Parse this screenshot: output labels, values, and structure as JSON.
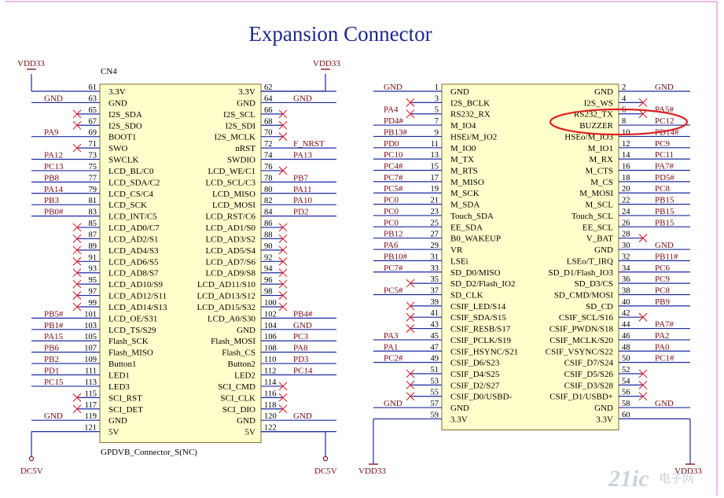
{
  "title": "Expansion Connector",
  "watermark": {
    "brand": "21ic",
    "cn": "电子网"
  },
  "colors": {
    "wire": "#1c2aa0",
    "net": "#7a0a12",
    "body": "#ffffcc",
    "cross": "#e0202a",
    "frame": "#d87ad8",
    "highlight": "#e02020"
  },
  "cn4": {
    "designator": "CN4",
    "footer": "GPDVB_Connector_S(NC)",
    "rails": {
      "top_left": "VDD33",
      "top_right": "VDD33",
      "bottom_left": "DC5V",
      "bottom_right": "DC5V"
    },
    "rows": [
      {
        "lp": "61",
        "ls": "3.3V",
        "rp": "62",
        "rs": "3.3V",
        "ln": "",
        "rn": "",
        "lx": false,
        "rx": false
      },
      {
        "lp": "63",
        "ls": "GND",
        "rp": "64",
        "rs": "GND",
        "ln": "GND",
        "rn": "GND",
        "lx": false,
        "rx": false
      },
      {
        "lp": "65",
        "ls": "I2S_SDA",
        "rp": "66",
        "rs": "I2S_SCL",
        "ln": "",
        "rn": "",
        "lx": true,
        "rx": true
      },
      {
        "lp": "67",
        "ls": "I2S_SDO",
        "rp": "68",
        "rs": "I2S_SDI",
        "ln": "",
        "rn": "",
        "lx": true,
        "rx": true
      },
      {
        "lp": "69",
        "ls": "BOOT1",
        "rp": "70",
        "rs": "I2S_MCLK",
        "ln": "PA9",
        "rn": "",
        "lx": false,
        "rx": true
      },
      {
        "lp": "71",
        "ls": "SWO",
        "rp": "72",
        "rs": "nRST",
        "ln": "",
        "rn": "F_NRST",
        "lx": true,
        "rx": false
      },
      {
        "lp": "73",
        "ls": "SWCLK",
        "rp": "74",
        "rs": "SWDIO",
        "ln": "PA12",
        "rn": "PA13",
        "lx": false,
        "rx": false
      },
      {
        "lp": "75",
        "ls": "LCD_BL/C0",
        "rp": "76",
        "rs": "LCD_WE/C1",
        "ln": "PC13",
        "rn": "",
        "lx": false,
        "rx": true
      },
      {
        "lp": "77",
        "ls": "LCD_SDA/C2",
        "rp": "78",
        "rs": "LCD_SCL/C3",
        "ln": "PB8",
        "rn": "PB7",
        "lx": false,
        "rx": false
      },
      {
        "lp": "79",
        "ls": "LCD_CS/C4",
        "rp": "80",
        "rs": "LCD_MISO",
        "ln": "PA14",
        "rn": "PA11",
        "lx": false,
        "rx": false
      },
      {
        "lp": "81",
        "ls": "LCD_SCK",
        "rp": "82",
        "rs": "LCD_MOSI",
        "ln": "PB3",
        "rn": "PA10",
        "lx": false,
        "rx": false
      },
      {
        "lp": "83",
        "ls": "LCD_INT/C5",
        "rp": "84",
        "rs": "LCD_RST/C6",
        "ln": "PB0#",
        "rn": "PD2",
        "lx": false,
        "rx": false
      },
      {
        "lp": "85",
        "ls": "LCD_AD0/C7",
        "rp": "86",
        "rs": "LCD_AD1/S0",
        "ln": "",
        "rn": "",
        "lx": true,
        "rx": true
      },
      {
        "lp": "87",
        "ls": "LCD_AD2/S1",
        "rp": "88",
        "rs": "LCD_AD3/S2",
        "ln": "",
        "rn": "",
        "lx": true,
        "rx": true
      },
      {
        "lp": "89",
        "ls": "LCD_AD4/S3",
        "rp": "90",
        "rs": "LCD_AD5/S4",
        "ln": "",
        "rn": "",
        "lx": true,
        "rx": true
      },
      {
        "lp": "91",
        "ls": "LCD_AD6/S5",
        "rp": "92",
        "rs": "LCD_AD7/S6",
        "ln": "",
        "rn": "",
        "lx": true,
        "rx": true
      },
      {
        "lp": "93",
        "ls": "LCD_AD8/S7",
        "rp": "94",
        "rs": "LCD_AD9/S8",
        "ln": "",
        "rn": "",
        "lx": true,
        "rx": true
      },
      {
        "lp": "95",
        "ls": "LCD_AD10/S9",
        "rp": "96",
        "rs": "LCD_AD11/S10",
        "ln": "",
        "rn": "",
        "lx": true,
        "rx": true
      },
      {
        "lp": "97",
        "ls": "LCD_AD12/S11",
        "rp": "98",
        "rs": "LCD_AD13/S12",
        "ln": "",
        "rn": "",
        "lx": true,
        "rx": true
      },
      {
        "lp": "99",
        "ls": "LCD_AD14/S13",
        "rp": "100",
        "rs": "LCD_AD15/S32",
        "ln": "",
        "rn": "",
        "lx": true,
        "rx": true
      },
      {
        "lp": "101",
        "ls": "LCD_OE/S31",
        "rp": "102",
        "rs": "LCD_A0/S30",
        "ln": "PB5#",
        "rn": "PB4#",
        "lx": false,
        "rx": false
      },
      {
        "lp": "103",
        "ls": "LCD_TS/S29",
        "rp": "104",
        "rs": "GND",
        "ln": "PB1#",
        "rn": "GND",
        "lx": false,
        "rx": false
      },
      {
        "lp": "105",
        "ls": "Flash_SCK",
        "rp": "106",
        "rs": "Flash_MOSI",
        "ln": "PA15",
        "rn": "PC3",
        "lx": false,
        "rx": false
      },
      {
        "lp": "107",
        "ls": "Flash_MISO",
        "rp": "108",
        "rs": "Flash_CS",
        "ln": "PB6",
        "rn": "PA8",
        "lx": false,
        "rx": false
      },
      {
        "lp": "109",
        "ls": "Button1",
        "rp": "110",
        "rs": "Button2",
        "ln": "PB2",
        "rn": "PD3",
        "lx": false,
        "rx": false
      },
      {
        "lp": "111",
        "ls": "LED1",
        "rp": "112",
        "rs": "LED2",
        "ln": "PD1",
        "rn": "PC14",
        "lx": false,
        "rx": false
      },
      {
        "lp": "113",
        "ls": "LED3",
        "rp": "114",
        "rs": "SCI_CMD",
        "ln": "PC15",
        "rn": "",
        "lx": false,
        "rx": true
      },
      {
        "lp": "115",
        "ls": "SCI_RST",
        "rp": "116",
        "rs": "SCI_CLK",
        "ln": "",
        "rn": "",
        "lx": true,
        "rx": true
      },
      {
        "lp": "117",
        "ls": "SCI_DET",
        "rp": "118",
        "rs": "SCI_DIO",
        "ln": "",
        "rn": "",
        "lx": true,
        "rx": true
      },
      {
        "lp": "119",
        "ls": "GND",
        "rp": "120",
        "rs": "GND",
        "ln": "GND",
        "rn": "GND",
        "lx": false,
        "rx": false
      },
      {
        "lp": "121",
        "ls": "5V",
        "rp": "122",
        "rs": "5V",
        "ln": "",
        "rn": "",
        "lx": false,
        "rx": false
      }
    ]
  },
  "right_header": {
    "rails": {
      "bottom_left": "VDD33",
      "bottom_right": "VDD33"
    },
    "rows": [
      {
        "lp": "1",
        "ls": "GND",
        "rp": "2",
        "rs": "GND",
        "ln": "GND",
        "rn": "GND",
        "lx": false,
        "rx": false
      },
      {
        "lp": "3",
        "ls": "I2S_BCLK",
        "rp": "4",
        "rs": "I2S_WS",
        "ln": "",
        "rn": "",
        "lx": true,
        "rx": true
      },
      {
        "lp": "5",
        "ls": "RS232_RX",
        "rp": "6",
        "rs": "RS232_TX",
        "ln": "PA4",
        "rn": "PA5#",
        "lx": true,
        "rx": true
      },
      {
        "lp": "7",
        "ls": "M_IO4",
        "rp": "8",
        "rs": "BUZZER",
        "ln": "PD4#",
        "rn": "PC12",
        "lx": false,
        "rx": false
      },
      {
        "lp": "9",
        "ls": "HSEi/M_IO2",
        "rp": "10",
        "rs": "HSEo/M_IO3",
        "ln": "PB13#",
        "rn": "PD14#",
        "lx": false,
        "rx": false
      },
      {
        "lp": "11",
        "ls": "M_IO0",
        "rp": "12",
        "rs": "M_IO1",
        "ln": "PD0",
        "rn": "PC9",
        "lx": false,
        "rx": false
      },
      {
        "lp": "13",
        "ls": "M_TX",
        "rp": "14",
        "rs": "M_RX",
        "ln": "PC10",
        "rn": "PC11",
        "lx": false,
        "rx": false
      },
      {
        "lp": "15",
        "ls": "M_RTS",
        "rp": "16",
        "rs": "M_CTS",
        "ln": "PC4#",
        "rn": "PA7#",
        "lx": false,
        "rx": false
      },
      {
        "lp": "17",
        "ls": "M_MISO",
        "rp": "18",
        "rs": "M_CS",
        "ln": "PC7#",
        "rn": "PD5#",
        "lx": false,
        "rx": false
      },
      {
        "lp": "19",
        "ls": "M_SCK",
        "rp": "20",
        "rs": "M_MOSI",
        "ln": "PC5#",
        "rn": "PC8",
        "lx": false,
        "rx": false
      },
      {
        "lp": "21",
        "ls": "M_SDA",
        "rp": "22",
        "rs": "M_SCL",
        "ln": "PC0",
        "rn": "PB15",
        "lx": false,
        "rx": false
      },
      {
        "lp": "23",
        "ls": "Touch_SDA",
        "rp": "24",
        "rs": "Touch_SCL",
        "ln": "PC0",
        "rn": "PB15",
        "lx": false,
        "rx": false
      },
      {
        "lp": "25",
        "ls": "EE_SDA",
        "rp": "26",
        "rs": "EE_SCL",
        "ln": "PC0",
        "rn": "PB15",
        "lx": false,
        "rx": false
      },
      {
        "lp": "27",
        "ls": "B0_WAKEUP",
        "rp": "28",
        "rs": "V_BAT",
        "ln": "PB12",
        "rn": "",
        "lx": false,
        "rx": true
      },
      {
        "lp": "29",
        "ls": "VR",
        "rp": "30",
        "rs": "GND",
        "ln": "PA6",
        "rn": "GND",
        "lx": false,
        "rx": false
      },
      {
        "lp": "31",
        "ls": "LSEi",
        "rp": "32",
        "rs": "LSEo/T_IRQ",
        "ln": "PB10#",
        "rn": "PB11#",
        "lx": false,
        "rx": false
      },
      {
        "lp": "33",
        "ls": "SD_D0/MISO",
        "rp": "34",
        "rs": "SD_D1/Flash_IO3",
        "ln": "PC7#",
        "rn": "PC6",
        "lx": false,
        "rx": false
      },
      {
        "lp": "35",
        "ls": "SD_D2/Flash_IO2",
        "rp": "36",
        "rs": "SD_D3/CS",
        "ln": "",
        "rn": "PC9",
        "lx": true,
        "rx": false
      },
      {
        "lp": "37",
        "ls": "SD_CLK",
        "rp": "38",
        "rs": "SD_CMD/MOSI",
        "ln": "PC5#",
        "rn": "PC8",
        "lx": false,
        "rx": false
      },
      {
        "lp": "39",
        "ls": "CSIF_LED/S14",
        "rp": "40",
        "rs": "SD_CD",
        "ln": "",
        "rn": "PB9",
        "lx": true,
        "rx": false
      },
      {
        "lp": "41",
        "ls": "CSIF_SDA/S15",
        "rp": "42",
        "rs": "CSIF_SCL/S16",
        "ln": "",
        "rn": "",
        "lx": true,
        "rx": true
      },
      {
        "lp": "43",
        "ls": "CSIF_RESB/S17",
        "rp": "44",
        "rs": "CSIF_PWDN/S18",
        "ln": "",
        "rn": "PA7#",
        "lx": true,
        "rx": false
      },
      {
        "lp": "45",
        "ls": "CSIF_PCLK/S19",
        "rp": "46",
        "rs": "CSIF_MCLK/S20",
        "ln": "PA3",
        "rn": "PA2",
        "lx": false,
        "rx": false
      },
      {
        "lp": "47",
        "ls": "CSIF_HSYNC/S21",
        "rp": "48",
        "rs": "CSIF_VSYNC/S22",
        "ln": "PA1",
        "rn": "PA0",
        "lx": false,
        "rx": false
      },
      {
        "lp": "49",
        "ls": "CSIF_D6/S23",
        "rp": "50",
        "rs": "CSIF_D7/S24",
        "ln": "PC2#",
        "rn": "PC1#",
        "lx": false,
        "rx": false
      },
      {
        "lp": "51",
        "ls": "CSIF_D4/S25",
        "rp": "52",
        "rs": "CSIF_D5/S26",
        "ln": "",
        "rn": "",
        "lx": true,
        "rx": true
      },
      {
        "lp": "53",
        "ls": "CSIF_D2/S27",
        "rp": "54",
        "rs": "CSIF_D3/S28",
        "ln": "",
        "rn": "",
        "lx": true,
        "rx": true
      },
      {
        "lp": "55",
        "ls": "CSIF_D0/USBD-",
        "rp": "56",
        "rs": "CSIF_D1/USBD+",
        "ln": "",
        "rn": "",
        "lx": true,
        "rx": true
      },
      {
        "lp": "57",
        "ls": "GND",
        "rp": "58",
        "rs": "GND",
        "ln": "GND",
        "rn": "GND",
        "lx": false,
        "rx": false
      },
      {
        "lp": "59",
        "ls": "3.3V",
        "rp": "60",
        "rs": "3.3V",
        "ln": "",
        "rn": "",
        "lx": false,
        "rx": false
      }
    ]
  }
}
